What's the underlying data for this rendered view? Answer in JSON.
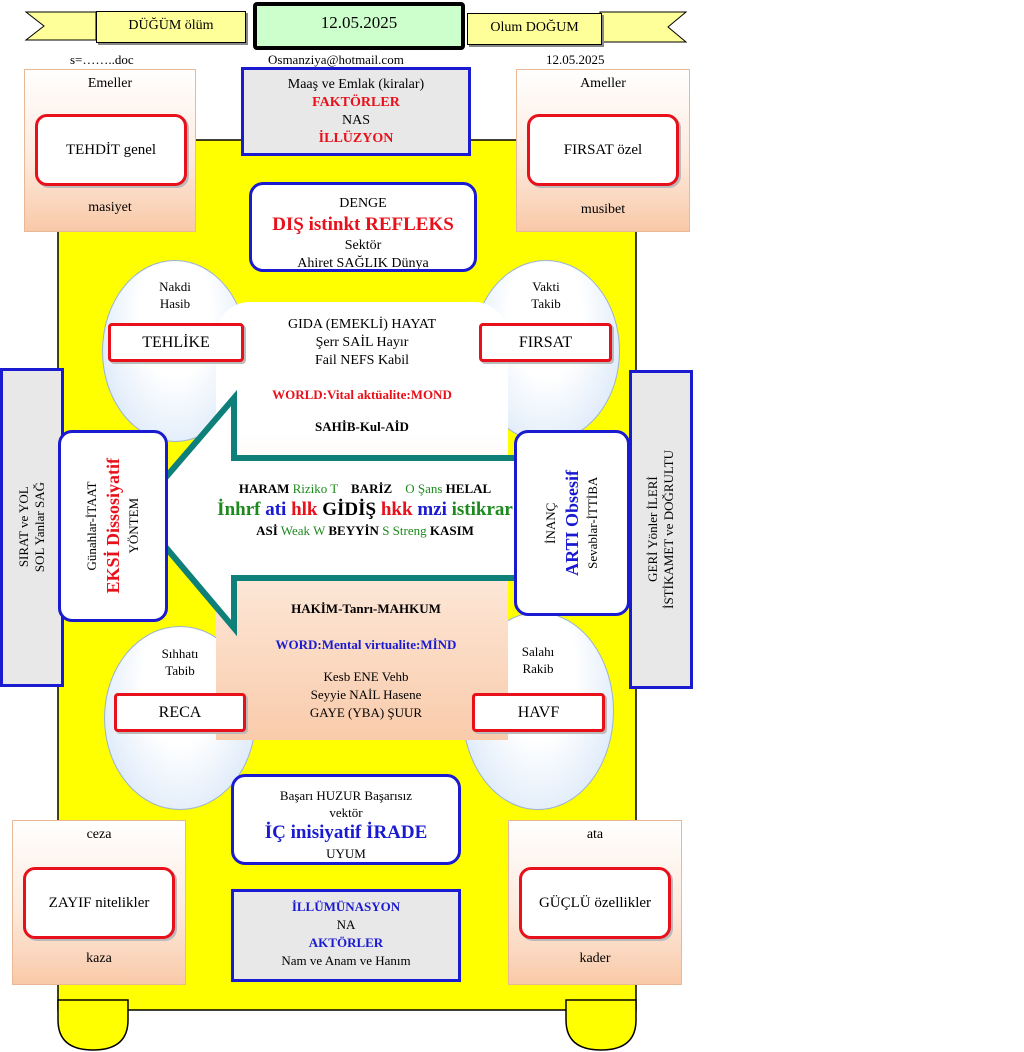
{
  "header": {
    "banner_left": "DÜĞÜM ölüm",
    "date_center": "12.05.2025",
    "banner_right": "Olum DOĞUM",
    "doc_label": "s=……..doc",
    "email": "Osmanziya@hotmail.com",
    "date_right": "12.05.2025"
  },
  "corner_tl": {
    "top": "Emeller",
    "box": "TEHDİT genel",
    "bottom": "masiyet"
  },
  "corner_tr": {
    "top": "Ameller",
    "box": "FIRSAT  özel",
    "bottom": "musibet"
  },
  "corner_bl": {
    "top": "ceza",
    "box": "ZAYIF nitelikler",
    "bottom": "kaza"
  },
  "corner_br": {
    "top": "ata",
    "box": "GÜÇLÜ özellikler",
    "bottom": "kader"
  },
  "top_box": {
    "line1": "Maaş ve Emlak (kiralar)",
    "line2": "FAKTÖRLER",
    "line3": "NAS",
    "line4": "İLLÜZYON"
  },
  "denge_box": {
    "line1": "DENGE",
    "line2": "DIŞ istinkt REFLEKS",
    "line3": "Sektör",
    "line4": "Ahiret SAĞLIK Dünya"
  },
  "bottom_mid_box": {
    "line1": "Başarı  HUZUR  Başarısız",
    "line2": "vektör",
    "line3": "İÇ inisiyatif İRADE",
    "line4": "UYUM"
  },
  "bottom_box": {
    "line1": "İLLÜMÜNASYON",
    "line2": "NA",
    "line3": "AKTÖRLER",
    "line4": "Nam ve Anam ve Hanım"
  },
  "ellipse_tl": {
    "line1": "Nakdi",
    "line2": "Hasib",
    "box": "TEHLİKE"
  },
  "ellipse_tr": {
    "line1": "Vakti",
    "line2": "Takib",
    "box": "FIRSAT"
  },
  "ellipse_bl": {
    "line1": "Sıhhatı",
    "line2": "Tabib",
    "box": "RECA"
  },
  "ellipse_br": {
    "line1": "Salahı",
    "line2": "Rakib",
    "box": "HAVF"
  },
  "center_top": {
    "line1": "GIDA (EMEKLİ) HAYAT",
    "line2": "Şerr SAİL Hayır",
    "line3": "Fail NEFS Kabil",
    "line4": "WORLD:Vital aktüalite:MOND",
    "line5": "SAHİB-Kul-AİD"
  },
  "center_bottom": {
    "line1": "HAKİM-Tanrı-MAHKUM",
    "line2": "WORD:Mental virtualite:MİND",
    "line3": "Kesb ENE Vehb",
    "line4": "Seyyie  NAİL  Hasene",
    "line5": "GAYE (YBA) ŞUUR"
  },
  "arrow": {
    "r1": {
      "a": "HARAM",
      "b": "Riziko T",
      "c": "BARİZ",
      "d": "O Şans",
      "e": "HELAL"
    },
    "r2": {
      "a": "İnhrf",
      "b": "ati",
      "c": "hlk",
      "d": "GİDİŞ",
      "e": "hkk",
      "f": "mzi",
      "g": "istikrar"
    },
    "r3": {
      "a": "ASİ",
      "b": "Weak W",
      "c": "BEYYİN",
      "d": "S Streng",
      "e": "KASIM"
    }
  },
  "side_left": {
    "line1": "SIRAT  ve  YOL",
    "line2": "SOL Yanlar SAĞ"
  },
  "side_right": {
    "line1": "GERİ Yönler İLERİ",
    "line2": "İSTİKAMET ve DOĞRULTU"
  },
  "inner_left": {
    "line1": "Günahlar-İTAAT",
    "line2": "EKSİ Dissosiyatif",
    "line3": "YÖNTEM"
  },
  "inner_right": {
    "line1": "İNANÇ",
    "line2": "ARTI Obsesif",
    "line3": "Sevablar-İTTİBA"
  },
  "colors": {
    "yellow": "#ffff00",
    "red": "#e8101a",
    "blue": "#1a1ad0",
    "teal": "#0f7f7a",
    "green": "#1c8a1c"
  }
}
